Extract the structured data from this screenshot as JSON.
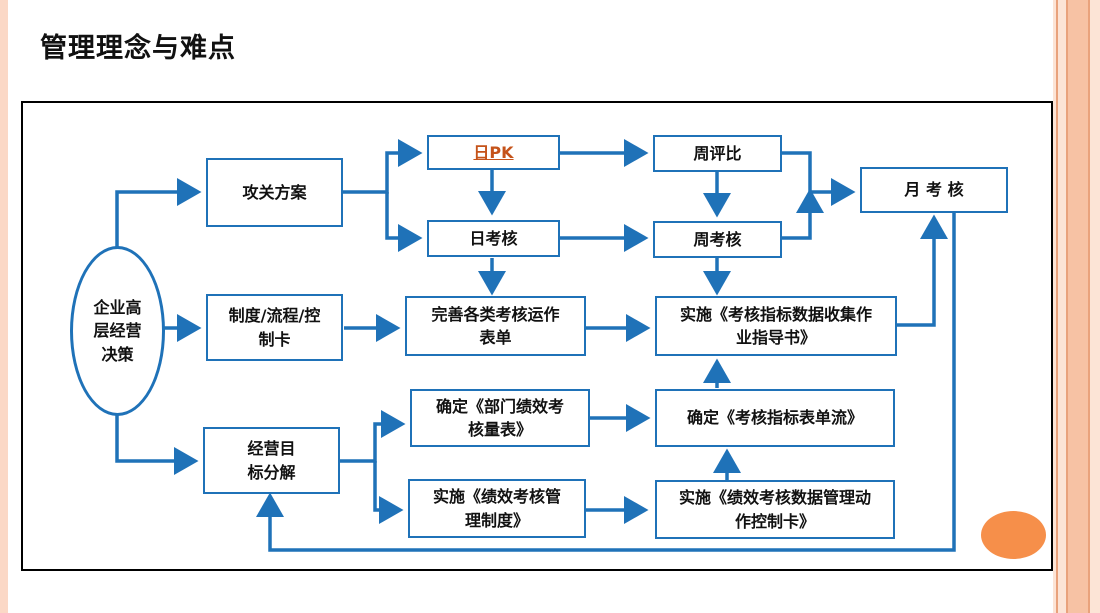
{
  "slide": {
    "title": "管理理念与难点"
  },
  "colors": {
    "accent": "#1f72b8",
    "link": "#c5531a",
    "decor": "#f68f4a"
  },
  "diagram": {
    "center": "企业高\n层经营\n决策",
    "gongguan": "攻关方案",
    "zhidu": "制度/流程/控\n制卡",
    "jingying": "经营目\n标分解",
    "ripk": "日PK",
    "rikaohe": "日考核",
    "wanshan": "完善各类考核运作\n表单",
    "queding_bumen": "确定《部门绩效考\n核量表》",
    "shishi_jixiao": "实施《绩效考核管\n理制度》",
    "zhoupingbi": "周评比",
    "zhoukaohe": "周考核",
    "shishi_zhidao": "实施《考核指标数据收集作\n业指导书》",
    "queding_biaodan": "确定《考核指标表单流》",
    "shishi_kongzhi": "实施《绩效考核数据管理动\n作控制卡》",
    "yuekaohe": "月  考  核"
  }
}
